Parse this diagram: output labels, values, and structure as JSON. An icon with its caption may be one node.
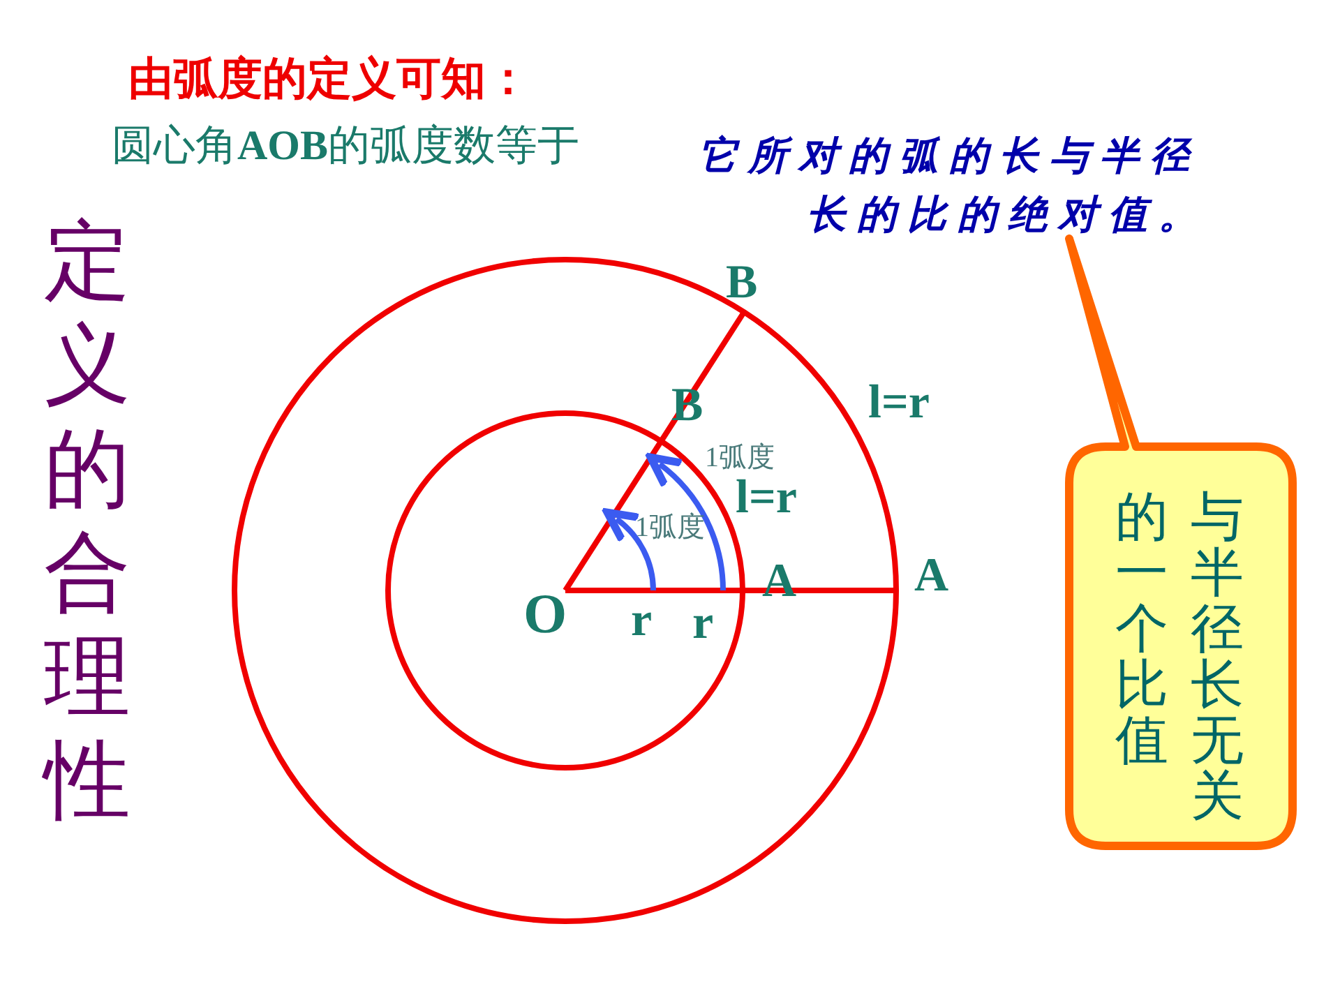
{
  "diagram": {
    "nodes": [
      {
        "text": [
          "与半径长无关的一个比值"
        ]
      }
    ],
    "labels": [
      "由弧度的定义可知：",
      "圆心角**AOB**的弧度数等于",
      "它所对的弧的长与半径长的比的绝对值。",
      "定义的合理性",
      "B",
      "l=r",
      "B",
      "1弧度",
      "l=r",
      "1弧度",
      "O",
      "r",
      "r",
      "A",
      "A"
    ]
  }
}
